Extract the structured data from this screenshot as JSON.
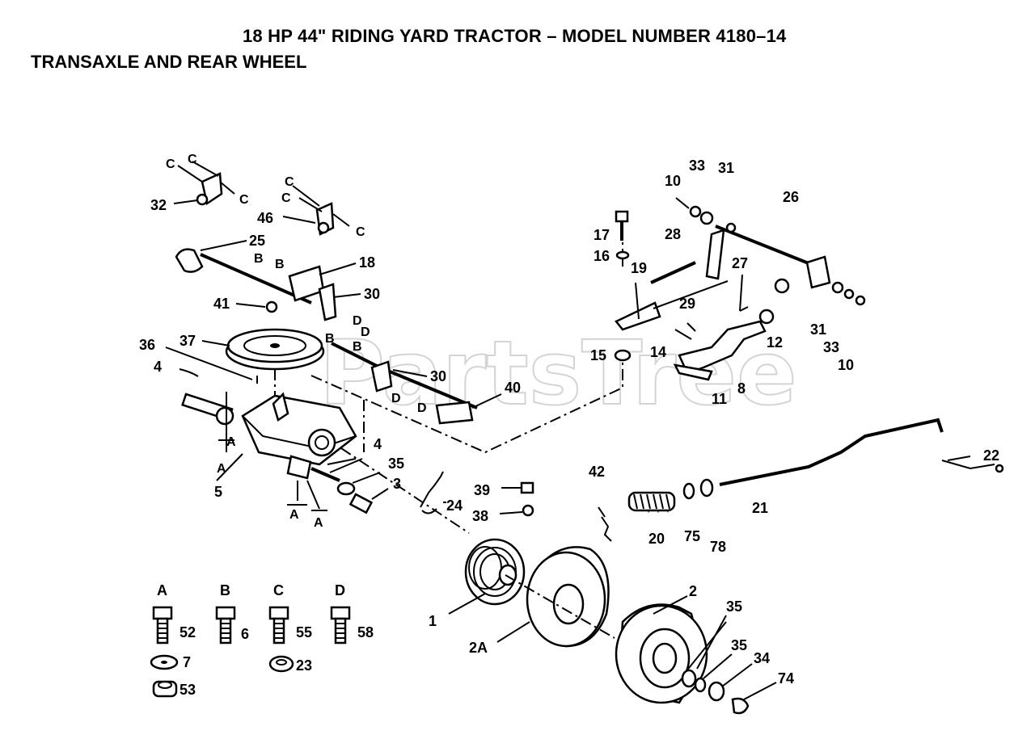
{
  "header": {
    "title": "18 HP 44\" RIDING YARD TRACTOR – MODEL NUMBER 4180–14",
    "subtitle": "TRANSAXLE AND REAR WHEEL"
  },
  "watermark": "PartsTree",
  "callouts": {
    "p1": "1",
    "p2": "2",
    "p2a": "2A",
    "p3": "3",
    "p4a": "4",
    "p4b": "4",
    "p5": "5",
    "p8": "8",
    "p10a": "10",
    "p10b": "10",
    "p11": "11",
    "p12": "12",
    "p14": "14",
    "p15": "15",
    "p16": "16",
    "p17": "17",
    "p18": "18",
    "p19": "19",
    "p20": "20",
    "p21": "21",
    "p22": "22",
    "p24": "24",
    "p25": "25",
    "p26": "26",
    "p27": "27",
    "p28": "28",
    "p29": "29",
    "p30a": "30",
    "p30b": "30",
    "p31a": "31",
    "p31b": "31",
    "p32": "32",
    "p33a": "33",
    "p33b": "33",
    "p34": "34",
    "p35a": "35",
    "p35b": "35",
    "p35c": "35",
    "p36": "36",
    "p37": "37",
    "p38": "38",
    "p39": "39",
    "p40": "40",
    "p41": "41",
    "p42": "42",
    "p46": "46",
    "p74": "74",
    "p75": "75",
    "p78": "78"
  },
  "refs": {
    "a": "A",
    "b": "B",
    "c": "C",
    "d": "D"
  },
  "legend": {
    "heads": [
      "A",
      "B",
      "C",
      "D"
    ],
    "items": [
      {
        "part": "52"
      },
      {
        "part": "6"
      },
      {
        "part": "55"
      },
      {
        "part": "58"
      },
      {
        "part": "7"
      },
      {
        "part": "23"
      },
      {
        "part": "53"
      }
    ]
  }
}
